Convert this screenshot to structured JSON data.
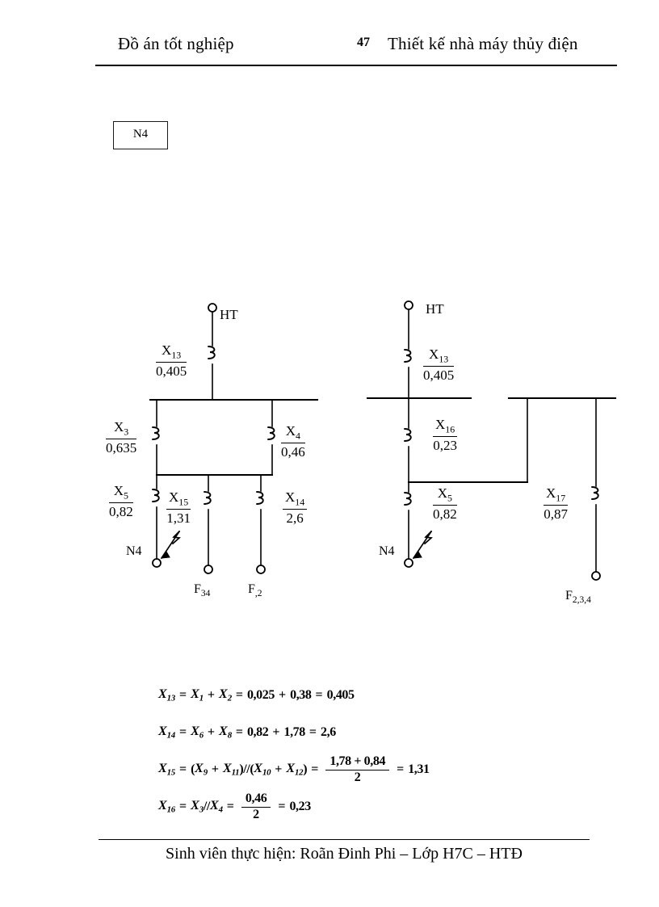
{
  "header": {
    "left_title": "Đồ án tốt nghiệp",
    "page_number": "47",
    "right_title": "Thiết kế nhà máy thủy điện"
  },
  "section": {
    "box_label": "N4"
  },
  "footer": {
    "text": "Sinh viên thực hiện: Roãn Đinh Phi – Lớp H7C – HTĐ"
  },
  "diagram_left": {
    "source_label": "HT",
    "fault_label": "N4",
    "branches": [
      {
        "name": "X13",
        "symbol": "X",
        "index": "13",
        "value": "0,405"
      },
      {
        "name": "X3",
        "symbol": "X",
        "index": "3",
        "value": "0,635"
      },
      {
        "name": "X4",
        "symbol": "X",
        "index": "4",
        "value": "0,46"
      },
      {
        "name": "X5",
        "symbol": "X",
        "index": "5",
        "value": "0,82"
      },
      {
        "name": "X15",
        "symbol": "X",
        "index": "15",
        "value": "1,31"
      },
      {
        "name": "X14",
        "symbol": "X",
        "index": "14",
        "value": "2,6"
      }
    ],
    "terminals": [
      {
        "name": "F34",
        "symbol": "F",
        "index": "34"
      },
      {
        "name": "F2",
        "symbol": "F",
        "index": ",2"
      }
    ]
  },
  "diagram_right": {
    "source_label": "HT",
    "fault_label": "N4",
    "branches": [
      {
        "name": "X13",
        "symbol": "X",
        "index": "13",
        "value": "0,405"
      },
      {
        "name": "X16",
        "symbol": "X",
        "index": "16",
        "value": "0,23"
      },
      {
        "name": "X5",
        "symbol": "X",
        "index": "5",
        "value": "0,82"
      },
      {
        "name": "X17",
        "symbol": "X",
        "index": "17",
        "value": "0,87"
      }
    ],
    "terminals": [
      {
        "name": "F234",
        "symbol": "F",
        "index": "2,3,4"
      }
    ]
  },
  "formulas": [
    {
      "id": "x13",
      "lhs": "X",
      "lhs_sub": "13",
      "text": "X13 = X1 + X2 = 0,025 + 0,38 = 0,405",
      "parts": [
        {
          "t": "var",
          "s": "X",
          "sub": "13"
        },
        {
          "t": "op",
          "s": "="
        },
        {
          "t": "var",
          "s": "X",
          "sub": "1"
        },
        {
          "t": "op",
          "s": "+"
        },
        {
          "t": "var",
          "s": "X",
          "sub": "2"
        },
        {
          "t": "op",
          "s": "="
        },
        {
          "t": "num",
          "s": "0,025"
        },
        {
          "t": "op",
          "s": "+"
        },
        {
          "t": "num",
          "s": "0,38"
        },
        {
          "t": "op",
          "s": "="
        },
        {
          "t": "num",
          "s": "0,405"
        }
      ]
    },
    {
      "id": "x14",
      "lhs": "X",
      "lhs_sub": "14",
      "text": "X14 = X6 + X8 = 0,82 + 1,78 = 2,6",
      "parts": [
        {
          "t": "var",
          "s": "X",
          "sub": "14"
        },
        {
          "t": "op",
          "s": "="
        },
        {
          "t": "var",
          "s": "X",
          "sub": "6"
        },
        {
          "t": "op",
          "s": "+"
        },
        {
          "t": "var",
          "s": "X",
          "sub": "8"
        },
        {
          "t": "op",
          "s": "="
        },
        {
          "t": "num",
          "s": "0,82"
        },
        {
          "t": "op",
          "s": "+"
        },
        {
          "t": "num",
          "s": "1,78"
        },
        {
          "t": "op",
          "s": "="
        },
        {
          "t": "num",
          "s": "2,6"
        }
      ]
    },
    {
      "id": "x15",
      "lhs": "X",
      "lhs_sub": "15",
      "text": "X15 = (X9 + X11)//(X10 + X12) = (1,78 + 0,84)/2 = 1,31",
      "parts": [
        {
          "t": "var",
          "s": "X",
          "sub": "15"
        },
        {
          "t": "op",
          "s": "="
        },
        {
          "t": "plain",
          "s": "("
        },
        {
          "t": "var",
          "s": "X",
          "sub": "9"
        },
        {
          "t": "op",
          "s": "+"
        },
        {
          "t": "var",
          "s": "X",
          "sub": "11"
        },
        {
          "t": "plain",
          "s": ")//("
        },
        {
          "t": "var",
          "s": "X",
          "sub": "10"
        },
        {
          "t": "op",
          "s": "+"
        },
        {
          "t": "var",
          "s": "X",
          "sub": "12"
        },
        {
          "t": "plain",
          "s": ")"
        },
        {
          "t": "op",
          "s": "="
        },
        {
          "t": "frac",
          "top": "1,78 + 0,84",
          "bot": "2"
        },
        {
          "t": "op",
          "s": "="
        },
        {
          "t": "num",
          "s": "1,31"
        }
      ]
    },
    {
      "id": "x16",
      "lhs": "X",
      "lhs_sub": "16",
      "text": "X16 = X3 // X4 = 0,46/2 = 0,23",
      "parts": [
        {
          "t": "var",
          "s": "X",
          "sub": "16"
        },
        {
          "t": "op",
          "s": "="
        },
        {
          "t": "var",
          "s": "X",
          "sub": "3"
        },
        {
          "t": "plain",
          "s": " // "
        },
        {
          "t": "var",
          "s": "X",
          "sub": "4"
        },
        {
          "t": "op",
          "s": "="
        },
        {
          "t": "frac",
          "top": "0,46",
          "bot": "2"
        },
        {
          "t": "op",
          "s": "="
        },
        {
          "t": "num",
          "s": "0,23"
        }
      ]
    }
  ],
  "colors": {
    "ink": "#000000",
    "paper": "#ffffff"
  }
}
